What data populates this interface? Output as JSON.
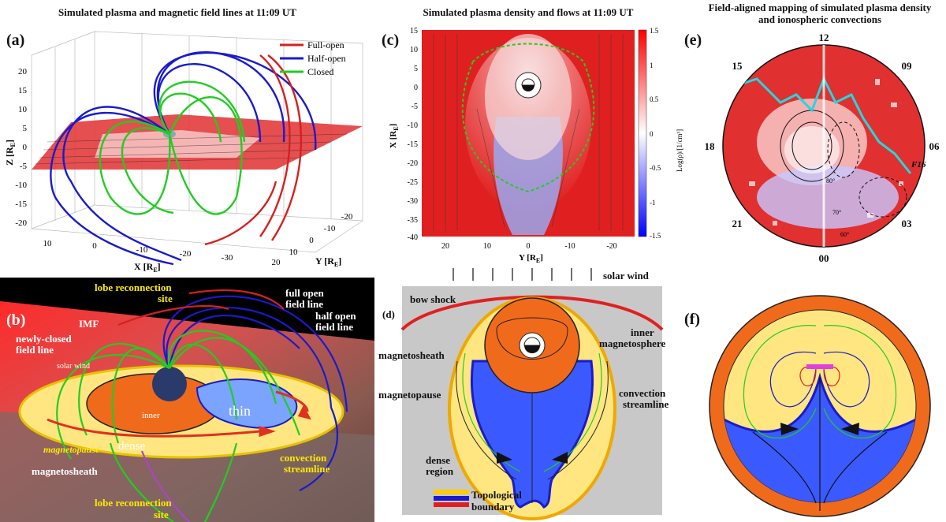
{
  "titles": {
    "left": "Simulated plasma and magnetic field lines at 11:09 UT",
    "middle": "Simulated plasma density and flows at 11:09 UT",
    "right_line1": "Field-aligned mapping of simulated plasma density",
    "right_line2": "and ionospheric convections"
  },
  "panel_labels": {
    "a": "(a)",
    "b": "(b)",
    "c": "(c)",
    "d": "(d)",
    "e": "(e)",
    "f": "(f)"
  },
  "panel_a": {
    "legend": [
      {
        "label": "Full-open",
        "color": "#d62020"
      },
      {
        "label": "Half-open",
        "color": "#1a1acc"
      },
      {
        "label": "Closed",
        "color": "#22cc22"
      }
    ],
    "zlabel": "Z [R",
    "zsub": "E",
    "xlabel": "X [R",
    "xsub": "E",
    "ylabel": "Y [R",
    "ysub": "E",
    "zticks": [
      "20",
      "15",
      "10",
      "5",
      "0",
      "-5",
      "-10",
      "-15",
      "-20"
    ],
    "xticks": [
      "10",
      "0",
      "-10",
      "-20",
      "-30"
    ],
    "yticks": [
      "-20",
      "-10",
      "0",
      "10",
      "20"
    ]
  },
  "panel_b": {
    "labels": {
      "lobe_top_1": "lobe reconnection",
      "lobe_top_2": "site",
      "imf": "IMF",
      "full_open_1": "full open",
      "full_open_2": "field line",
      "half_open_1": "half open",
      "half_open_2": "field line",
      "newly_1": "newly-closed",
      "newly_2": "field line",
      "solar_wind": "solar wind",
      "inner": "inner",
      "thin": "thin",
      "dense": "dense",
      "magnetopause": "magnetopause",
      "magnetosheath": "magnetosheath",
      "conv_1": "convection",
      "conv_2": "streamline",
      "lobe_bot_1": "lobe reconnection",
      "lobe_bot_2": "site"
    }
  },
  "panel_c": {
    "ylabel": "X [R",
    "ysub": "E",
    "xlabel": "Y [R",
    "xsub": "E",
    "yticks": [
      "15",
      "10",
      "5",
      "0",
      "-5",
      "-10",
      "-15",
      "-20",
      "-25",
      "-30",
      "-35",
      "-40"
    ],
    "xticks": [
      "20",
      "10",
      "0",
      "-10",
      "-20"
    ],
    "colorbar_ticks": [
      "1.5",
      "1",
      "0.5",
      "0",
      "-0.5",
      "-1",
      "-1.5"
    ],
    "colorbar_label": "Log(ρ)/[1/cm³]"
  },
  "panel_d": {
    "labels": {
      "solar_wind": "solar wind",
      "bow_shock": "bow shock",
      "inner_1": "inner",
      "inner_2": "magnetosphere",
      "magnetosheath": "magnetosheath",
      "magnetopause": "magnetopause",
      "conv_1": "convection",
      "conv_2": "streamline",
      "dense_1": "dense",
      "dense_2": "region",
      "legend_1": "Topological",
      "legend_2": "boundary"
    }
  },
  "panel_e": {
    "clock": {
      "top": "12",
      "bottom": "00",
      "left": "18",
      "right": "06",
      "ul": "15",
      "ur": "09",
      "ll": "21",
      "lr": "03"
    },
    "lat_labels": [
      "80°",
      "70°",
      "60°"
    ],
    "track_label": "F16"
  }
}
